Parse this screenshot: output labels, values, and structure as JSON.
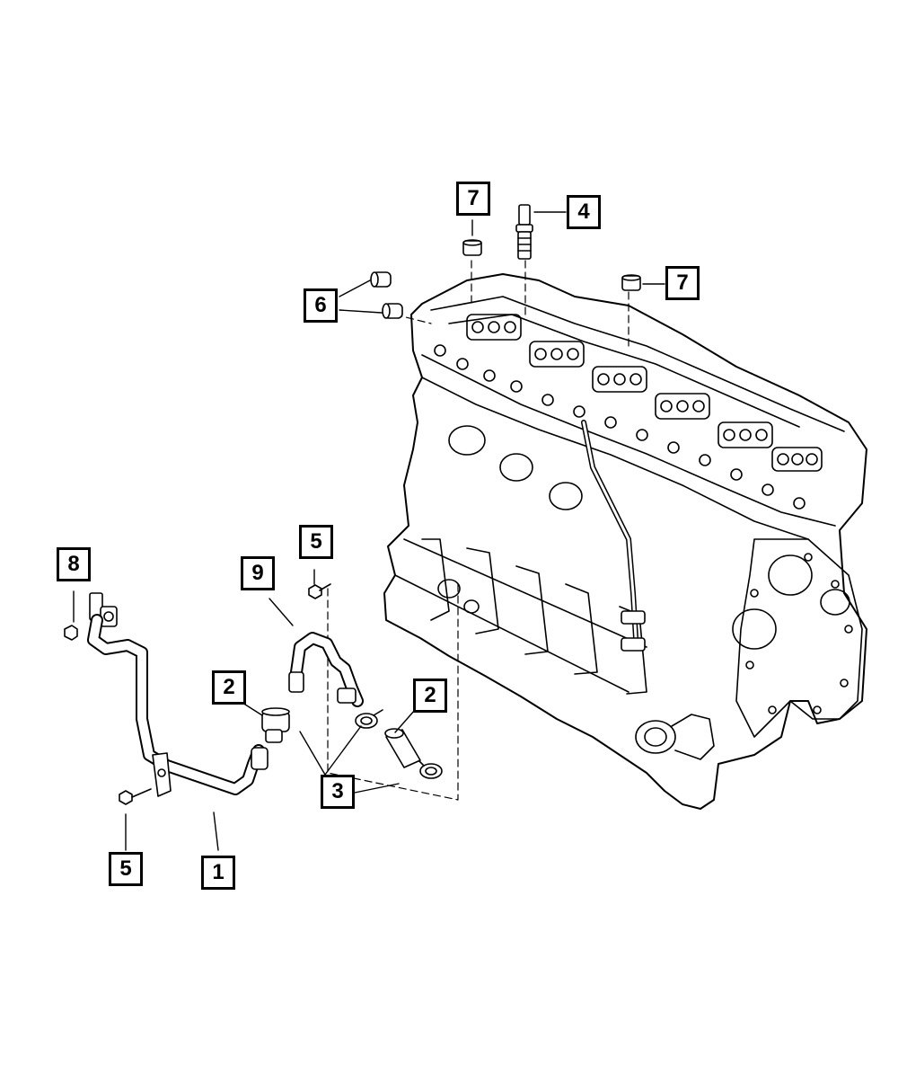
{
  "callouts": {
    "c1": "1",
    "c2a": "2",
    "c2b": "2",
    "c3": "3",
    "c4": "4",
    "c5a": "5",
    "c5b": "5",
    "c6": "6",
    "c7a": "7",
    "c7b": "7",
    "c8": "8",
    "c9": "9"
  }
}
